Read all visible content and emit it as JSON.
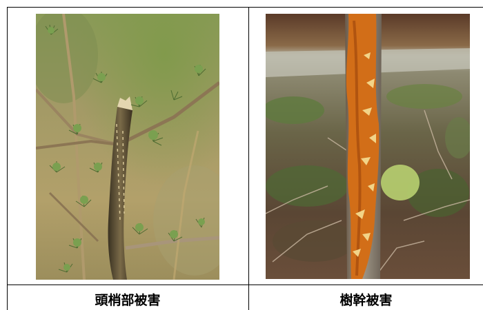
{
  "table": {
    "cells": [
      {
        "caption": "頭梢部被害",
        "photo_icon": "damaged-shoot-photo"
      },
      {
        "caption": "樹幹被害",
        "photo_icon": "damaged-trunk-photo"
      }
    ]
  }
}
